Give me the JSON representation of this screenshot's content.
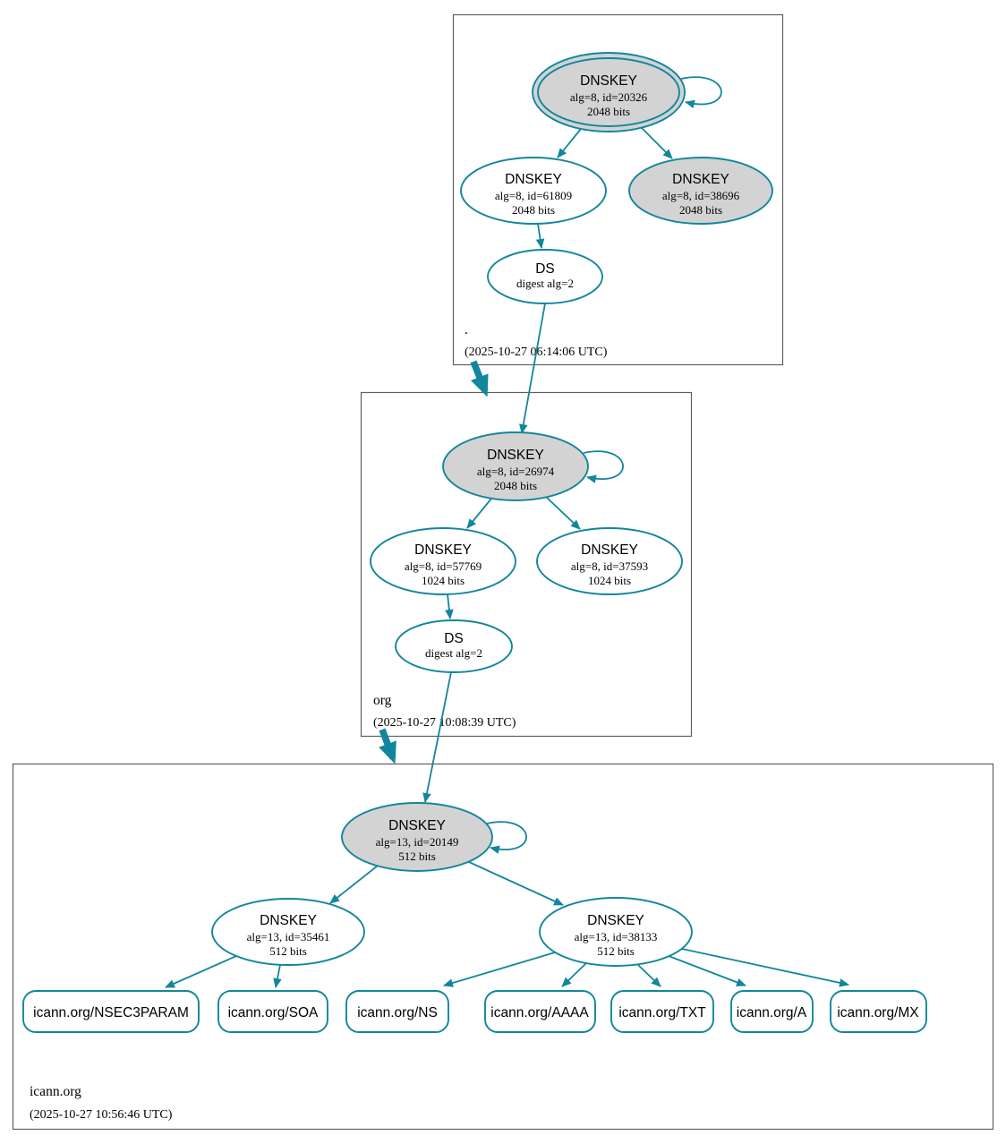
{
  "colors": {
    "accent": "#12869c",
    "zone_border": "#5f5f5f",
    "node_fill_secure": "#d3d3d3",
    "node_fill_default": "#ffffff",
    "background": "#ffffff",
    "text": "#000000"
  },
  "zones": {
    "root": {
      "label": ".",
      "timestamp": "(2025-10-27 06:14:06 UTC)",
      "nodes": {
        "ksk": {
          "title": "DNSKEY",
          "detail": "alg=8, id=20326",
          "bits": "2048 bits"
        },
        "zsk": {
          "title": "DNSKEY",
          "detail": "alg=8, id=61809",
          "bits": "2048 bits"
        },
        "ksk2": {
          "title": "DNSKEY",
          "detail": "alg=8, id=38696",
          "bits": "2048 bits"
        },
        "ds": {
          "title": "DS",
          "detail": "digest alg=2"
        }
      }
    },
    "org": {
      "label": "org",
      "timestamp": "(2025-10-27 10:08:39 UTC)",
      "nodes": {
        "ksk": {
          "title": "DNSKEY",
          "detail": "alg=8, id=26974",
          "bits": "2048 bits"
        },
        "zsk1": {
          "title": "DNSKEY",
          "detail": "alg=8, id=57769",
          "bits": "1024 bits"
        },
        "zsk2": {
          "title": "DNSKEY",
          "detail": "alg=8, id=37593",
          "bits": "1024 bits"
        },
        "ds": {
          "title": "DS",
          "detail": "digest alg=2"
        }
      }
    },
    "icann": {
      "label": "icann.org",
      "timestamp": "(2025-10-27 10:56:46 UTC)",
      "nodes": {
        "ksk": {
          "title": "DNSKEY",
          "detail": "alg=13, id=20149",
          "bits": "512 bits"
        },
        "zsk1": {
          "title": "DNSKEY",
          "detail": "alg=13, id=35461",
          "bits": "512 bits"
        },
        "zsk2": {
          "title": "DNSKEY",
          "detail": "alg=13, id=38133",
          "bits": "512 bits"
        }
      },
      "rrsets": [
        {
          "label": "icann.org/NSEC3PARAM"
        },
        {
          "label": "icann.org/SOA"
        },
        {
          "label": "icann.org/NS"
        },
        {
          "label": "icann.org/AAAA"
        },
        {
          "label": "icann.org/TXT"
        },
        {
          "label": "icann.org/A"
        },
        {
          "label": "icann.org/MX"
        }
      ]
    }
  }
}
